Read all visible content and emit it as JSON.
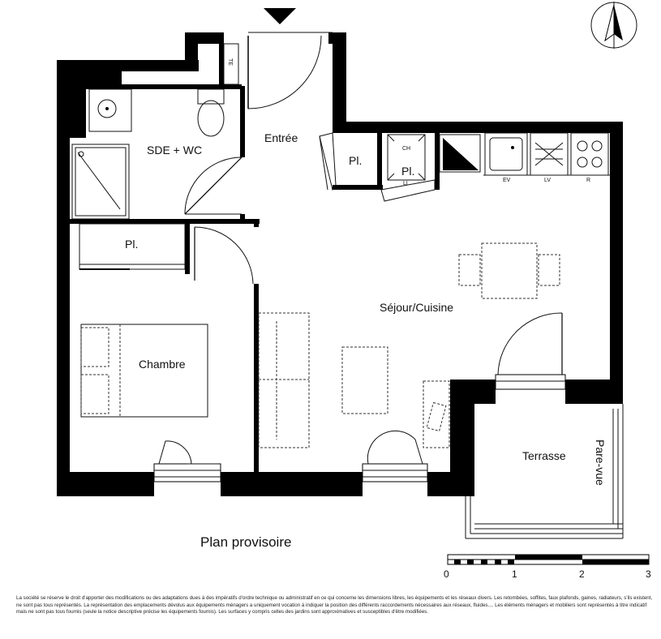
{
  "plan": {
    "title": "Plan provisoire",
    "rooms": {
      "sde_wc": "SDE + WC",
      "entree": "Entrée",
      "placard_entree": "Pl.",
      "placard_chambre": "Pl.",
      "placard_cuisine": "Pl.",
      "chambre": "Chambre",
      "sejour": "Séjour/Cuisine",
      "terrasse": "Terrasse",
      "pare_vue": "Pare-vue"
    },
    "equipment": {
      "te": "TE",
      "ch": "CH",
      "ll": "LL",
      "ev": "EV",
      "lv": "LV",
      "r": "R"
    },
    "scale": {
      "labels": [
        "0",
        "1",
        "2",
        "3"
      ]
    },
    "north_icon": "north-arrow-icon",
    "disclaimer": "La société se réserve le droit d'apporter des modifications ou des adaptations dues à des impératifs d'ordre technique ou administratif en ce qui concerne les dimensions libres, les équipements et les réseaux divers. Les retombées, soffites, faux plafonds, gaines, radiateurs, s'ils existent, ne sont pas tous représentés. La représentation des emplacements dévolus aux équipements ménagers a uniquement vocation à indiquer la position des différents raccordements nécessaires aux réseaux, fluides.... Les éléments ménagers et mobiliers sont représentés à titre indicatif mais ne sont pas tous fournis (seule la notice descriptive précise les équipements fournis). Les surfaces y compris celles des jardins sont approximatives et susceptibles d'être modifiées."
  }
}
